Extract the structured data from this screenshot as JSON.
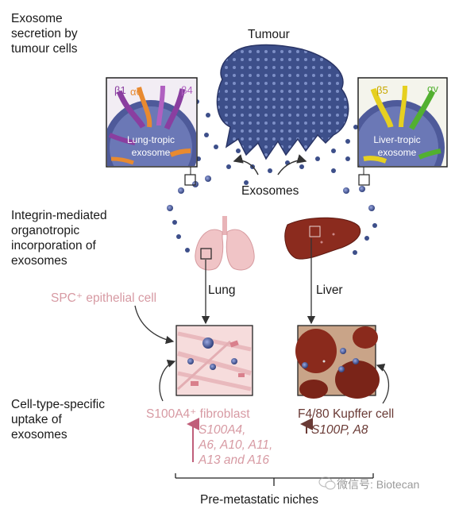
{
  "stages": {
    "secretion": [
      "Exosome",
      "secretion by",
      "tumour cells"
    ],
    "incorporation": [
      "Integrin-mediated",
      "organotropic",
      "incorporation of",
      "exosomes"
    ],
    "uptake": [
      "Cell-type-specific",
      "uptake of",
      "exosomes"
    ]
  },
  "labels": {
    "tumour": "Tumour",
    "exosomes": "Exosomes",
    "lung": "Lung",
    "liver": "Liver",
    "spc_cell": "SPC⁺ epithelial cell",
    "fibroblast": "S100A4⁺ fibroblast",
    "fibroblast_genes": [
      "S100A4,",
      "A6, A10, A11,",
      "A13 and A16"
    ],
    "kupffer": "F4/80 Kupffer cell",
    "kupffer_genes": "S100P, A8",
    "niches": "Pre-metastatic niches",
    "watermark": "微信号: Biotecan"
  },
  "insets": {
    "lung_exosome": {
      "line1": "Lung-tropic",
      "line2": "exosome",
      "integrins": [
        "β1",
        "α6",
        "β4"
      ]
    },
    "liver_exosome": {
      "line1": "Liver-tropic",
      "line2": "exosome",
      "integrins": [
        "β5",
        "αv"
      ]
    }
  },
  "colors": {
    "tumour": "#3d4f8a",
    "exosome_vesicle": "#5a6ab0",
    "lung_tissue": "#f0c4c6",
    "liver": "#8b2b1e",
    "pink_label": "#d79aa3",
    "brown_label": "#6a3a35",
    "integrin_purple": "#8a3ea0",
    "integrin_orange": "#e88a30",
    "integrin_yellow": "#e6d020",
    "integrin_green": "#52b030"
  }
}
